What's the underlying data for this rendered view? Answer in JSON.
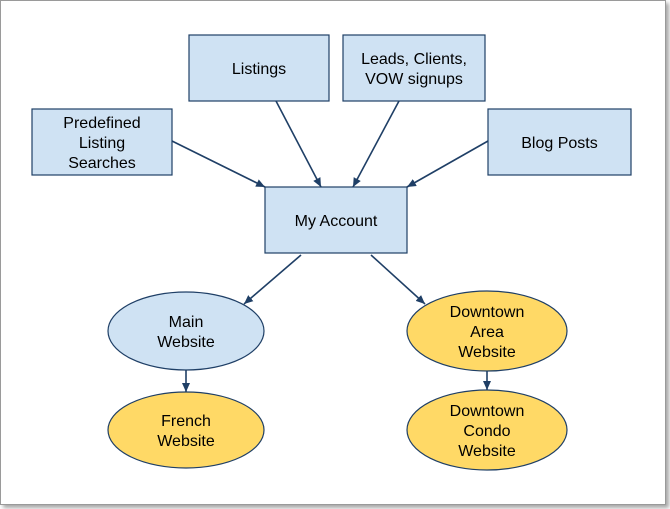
{
  "diagram": {
    "colors": {
      "box_fill": "#cfe2f3",
      "yellow_fill": "#ffd966",
      "stroke": "#1f3f66"
    },
    "nodes": [
      {
        "id": "listings",
        "shape": "rect",
        "lines": [
          "Listings"
        ]
      },
      {
        "id": "leads",
        "shape": "rect",
        "lines": [
          "Leads, Clients,",
          "VOW signups"
        ]
      },
      {
        "id": "predefined",
        "shape": "rect",
        "lines": [
          "Predefined",
          "Listing",
          "Searches"
        ]
      },
      {
        "id": "blog",
        "shape": "rect",
        "lines": [
          "Blog Posts"
        ]
      },
      {
        "id": "account",
        "shape": "rect",
        "lines": [
          "My Account"
        ]
      },
      {
        "id": "main",
        "shape": "ellipse-blue",
        "lines": [
          "Main",
          "Website"
        ]
      },
      {
        "id": "downtown",
        "shape": "ellipse-yellow",
        "lines": [
          "Downtown",
          "Area",
          "Website"
        ]
      },
      {
        "id": "french",
        "shape": "ellipse-yellow",
        "lines": [
          "French",
          "Website"
        ]
      },
      {
        "id": "condo",
        "shape": "ellipse-yellow",
        "lines": [
          "Downtown",
          "Condo",
          "Website"
        ]
      }
    ],
    "edges": [
      {
        "from": "predefined",
        "to": "account"
      },
      {
        "from": "listings",
        "to": "account"
      },
      {
        "from": "leads",
        "to": "account"
      },
      {
        "from": "blog",
        "to": "account"
      },
      {
        "from": "account",
        "to": "main"
      },
      {
        "from": "account",
        "to": "downtown"
      },
      {
        "from": "main",
        "to": "french"
      },
      {
        "from": "downtown",
        "to": "condo"
      }
    ]
  }
}
